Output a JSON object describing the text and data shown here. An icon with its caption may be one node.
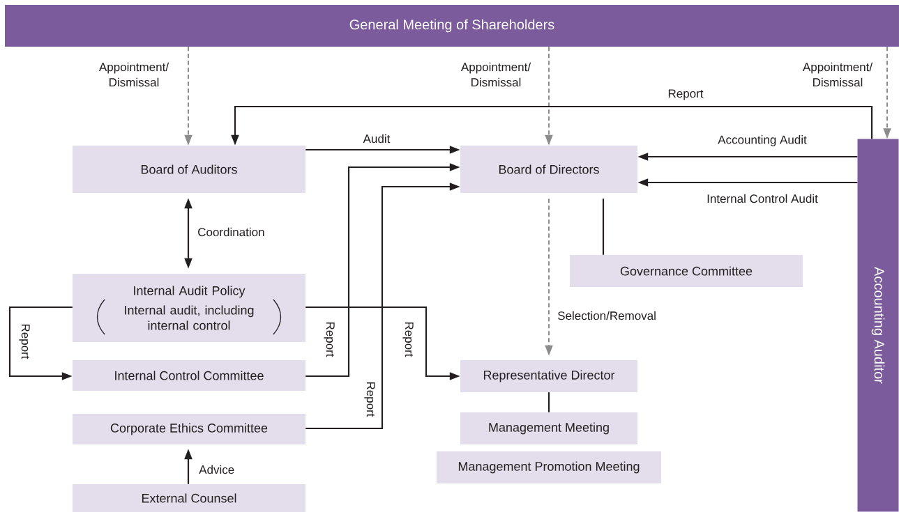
{
  "diagram": {
    "nodes": [
      {
        "text": [
          "General Meeting of Shareholders"
        ]
      },
      {
        "text": [
          "Board of Auditors"
        ]
      },
      {
        "text": [
          "Board of Directors"
        ]
      },
      {
        "text": [
          "Accounting Auditor"
        ]
      },
      {
        "text": [
          "Governance Committee"
        ]
      },
      {
        "text": [
          "Internal Audit Policy",
          "Internal audit, including internal control"
        ]
      },
      {
        "text": [
          "Internal Control Committee"
        ]
      },
      {
        "text": [
          "Representative Director"
        ]
      },
      {
        "text": [
          "Corporate Ethics Committee"
        ]
      },
      {
        "text": [
          "Management Meeting"
        ]
      },
      {
        "text": [
          "Management Promotion Meeting"
        ]
      },
      {
        "text": [
          "External Counsel"
        ]
      }
    ],
    "edges": [
      {
        "from": 0,
        "to": 1,
        "arrow": "to",
        "label": "Appointment/ Dismissal",
        "style": "dashed",
        "color": "#8c8c8c"
      },
      {
        "from": 0,
        "to": 2,
        "arrow": "to",
        "label": "Appointment/ Dismissal",
        "style": "dashed",
        "color": "#8c8c8c"
      },
      {
        "from": 0,
        "to": 3,
        "arrow": "to",
        "label": "Appointment/ Dismissal",
        "style": "dashed",
        "color": "#8c8c8c"
      },
      {
        "from": 3,
        "to": 1,
        "arrow": "to",
        "label": "Report"
      },
      {
        "from": 1,
        "to": 2,
        "arrow": "to",
        "label": "Audit"
      },
      {
        "from": 3,
        "to": 2,
        "arrow": "to",
        "label": "Accounting Audit"
      },
      {
        "from": 3,
        "to": 2,
        "arrow": "to",
        "label": "Internal Control Audit"
      },
      {
        "from": 1,
        "to": 5,
        "arrow": "both",
        "label": "Coordination"
      },
      {
        "from": 5,
        "to": 6,
        "arrow": "to",
        "label": "Report"
      },
      {
        "from": 6,
        "to": 2,
        "arrow": "to",
        "label": "Report"
      },
      {
        "from": 8,
        "to": 2,
        "arrow": "to",
        "label": "Report"
      },
      {
        "from": 5,
        "to": 7,
        "arrow": "to",
        "label": "Report"
      },
      {
        "from": 2,
        "to": 7,
        "arrow": "to",
        "label": "Selection/Removal",
        "style": "dashed",
        "color": "#8c8c8c"
      },
      {
        "from": 2,
        "to": 4,
        "arrow": "none"
      },
      {
        "from": 7,
        "to": 9,
        "arrow": "none"
      },
      {
        "from": 11,
        "to": 8,
        "arrow": "to",
        "label": "Advice"
      }
    ]
  }
}
